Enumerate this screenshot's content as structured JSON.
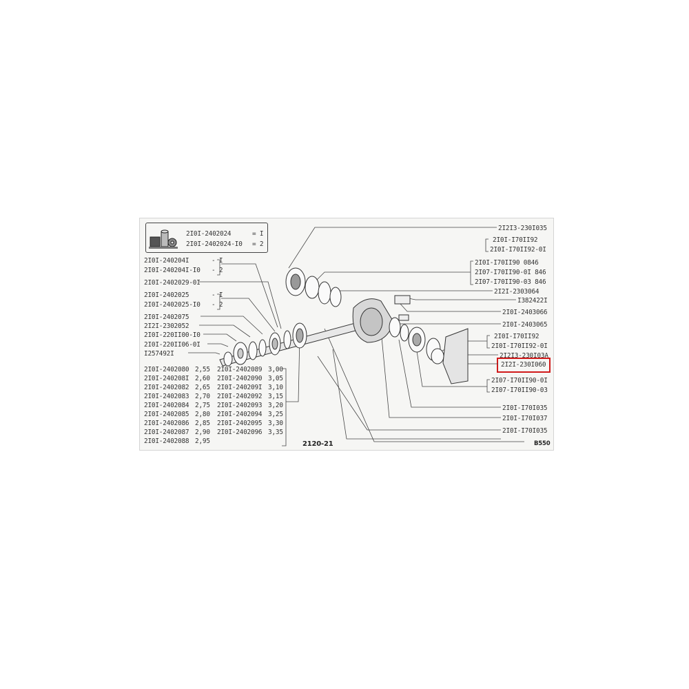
{
  "sheet_code": "2120-21",
  "corner_code": "B550",
  "highlight_color": "#d11a1a",
  "kit": {
    "icon": "parts-kit-icon",
    "rows": [
      {
        "part": "2I0I-2402024",
        "qty": "= I"
      },
      {
        "part": "2I0I-2402024-I0",
        "qty": "= 2"
      }
    ]
  },
  "left_labels": [
    {
      "part": "2I0I-240204I",
      "qty": "- I"
    },
    {
      "part": "2I0I-240204I-I0",
      "qty": "- 2"
    },
    {
      "part": "2I0I-2402029-0I",
      "qty": ""
    },
    {
      "part": "2I0I-2402025",
      "qty": "- I"
    },
    {
      "part": "2I0I-2402025-I0",
      "qty": "- 2"
    },
    {
      "part": "2I0I-2402075",
      "qty": ""
    },
    {
      "part": "2I2I-2302052",
      "qty": ""
    },
    {
      "part": "2I0I-220II00-I0",
      "qty": ""
    },
    {
      "part": "2I0I-220II06-0I",
      "qty": ""
    },
    {
      "part": "I257492I",
      "qty": ""
    }
  ],
  "size_table": [
    {
      "part": "2I0I-2402080",
      "size": "2,55"
    },
    {
      "part": "2I0I-240208I",
      "size": "2,60"
    },
    {
      "part": "2I0I-2402082",
      "size": "2,65"
    },
    {
      "part": "2I0I-2402083",
      "size": "2,70"
    },
    {
      "part": "2I0I-2402084",
      "size": "2,75"
    },
    {
      "part": "2I0I-2402085",
      "size": "2,80"
    },
    {
      "part": "2I0I-2402086",
      "size": "2,85"
    },
    {
      "part": "2I0I-2402087",
      "size": "2,90"
    },
    {
      "part": "2I0I-2402088",
      "size": "2,95"
    },
    {
      "part": "2I0I-2402089",
      "size": "3,00"
    },
    {
      "part": "2I0I-2402090",
      "size": "3,05"
    },
    {
      "part": "2I0I-240209I",
      "size": "3,10"
    },
    {
      "part": "2I0I-2402092",
      "size": "3,15"
    },
    {
      "part": "2I0I-2402093",
      "size": "3,20"
    },
    {
      "part": "2I0I-2402094",
      "size": "3,25"
    },
    {
      "part": "2I0I-2402095",
      "size": "3,30"
    },
    {
      "part": "2I0I-2402096",
      "size": "3,35"
    }
  ],
  "right_labels": [
    {
      "text": "2I2I3-230I035"
    },
    {
      "text": "2I0I-I70II92"
    },
    {
      "text": "2I0I-I70II92-0I"
    },
    {
      "text": "2I0I-I70II90    0846"
    },
    {
      "text": "2I07-I70II90-0I 846"
    },
    {
      "text": "2I07-I70II90-03 846"
    },
    {
      "text": "2I2I-2303064"
    },
    {
      "text": "I382422I"
    },
    {
      "text": "2I0I-2403066"
    },
    {
      "text": "2I0I-2403065"
    },
    {
      "text": "2I0I-I70II92"
    },
    {
      "text": "2I0I-I70II92-0I"
    },
    {
      "text": "2I2I3-230I03A"
    },
    {
      "text": "2I2I-230I060"
    },
    {
      "text": "2I07-I70II90-0I"
    },
    {
      "text": "2I07-I70II90-03"
    },
    {
      "text": "2I0I-I70I035"
    },
    {
      "text": "2I0I-I70I037"
    },
    {
      "text": "2I0I-I70I035"
    }
  ]
}
